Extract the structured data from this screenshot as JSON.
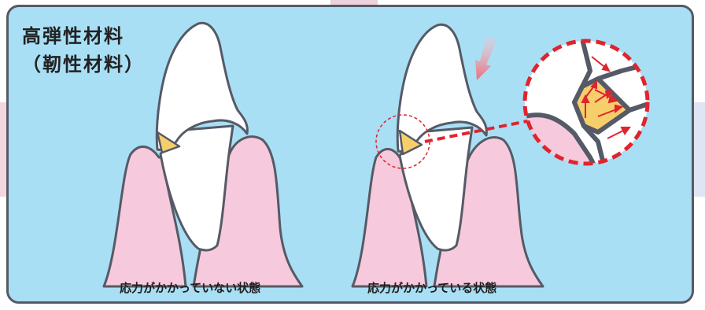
{
  "title": {
    "line1": "高弾性材料",
    "line2": "（靭性材料）"
  },
  "captions": {
    "left": "応力がかかっていない状態",
    "right": "応力がかかっている状態"
  },
  "colors": {
    "background": "#a9dff4",
    "gum": "#f7c9dd",
    "tooth": "#ffffff",
    "filling": "#f6cf6b",
    "outline": "#555a66",
    "stress": "#e0242e"
  }
}
